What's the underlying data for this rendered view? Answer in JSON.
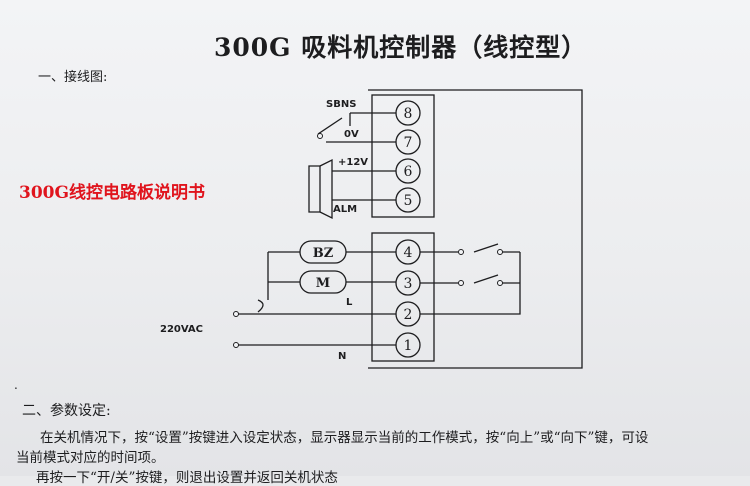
{
  "title": "300G 吸料机控制器（线控型）",
  "section1": "一、接线图:",
  "overlay_text": "300G线控电路板说明书",
  "diagram": {
    "terminals": [
      "8",
      "7",
      "6",
      "5",
      "4",
      "3",
      "2",
      "1"
    ],
    "labels": {
      "sbns": "SBNS",
      "zero_v": "0V",
      "plus12v": "+12V",
      "alm": "ALM",
      "bz": "BZ",
      "m": "M",
      "l": "L",
      "n": "N",
      "vac": "220VAC"
    }
  },
  "dot": ".",
  "section2": "二、参数设定:",
  "paragraph1": "在关机情况下，按“设置”按键进入设定状态，显示器显示当前的工作模式，按“向上”或“向下”键，可设",
  "paragraph2": "当前模式对应的时间项。",
  "paragraph3": "再按一下“开/关”按键，则退出设置并返回关机状态"
}
